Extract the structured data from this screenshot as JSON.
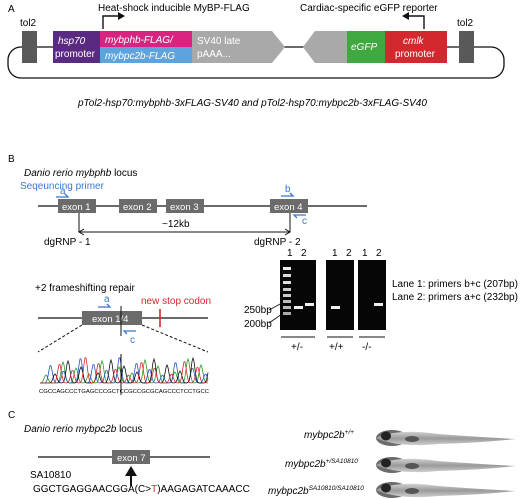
{
  "panel_a": {
    "label": "A",
    "tol2_left": "tol2",
    "tol2_right": "tol2",
    "title_left": "Heat-shock inducible MyBP-FLAG",
    "title_right": "Cardiac-specific eGFP reporter",
    "promoter_hsp70": "hsp70",
    "promoter_word": "promoter",
    "cds_line1": "mybphb-FLAG/",
    "cds_line2": "mybpc2b-FLAG",
    "polya_line1": "SV40 late",
    "polya_line2": "pAAA...",
    "egfp": "eGFP",
    "cmlk": "cmlk",
    "cmlk_promoter": "promoter",
    "caption": "pTol2-hsp70:mybphb-3xFLAG-SV40 and pTol2-hsp70:mybpc2b-3xFLAG-SV40",
    "colors": {
      "hsp70": "#5a2a82",
      "cds_top": "#d6247f",
      "cds_bottom": "#5fa3dd",
      "polya": "#a9a9a9",
      "egfp": "#3fa83f",
      "cmlk": "#d4282e",
      "tol2": "#595959"
    }
  },
  "panel_b": {
    "label": "B",
    "locus_species": "Danio rerio",
    "locus_gene": "mybphb",
    "locus_word": "locus",
    "seq_primer": "Seqeuncing primer",
    "exons": [
      "exon 1",
      "exon 2",
      "exon 3",
      "exon 4"
    ],
    "primer_a": "a",
    "primer_b": "b",
    "primer_c": "c",
    "distance": "~12kb",
    "grna1": "dgRNP - 1",
    "grna2": "dgRNP - 2",
    "repair_title": "+2 frameshifting repair",
    "repair_exon": "exon 1/4",
    "stop_codon": "new stop codon",
    "sequence": "CGCCAGCCCTGAGCCCGCTCCGCCGCGCAGCCCTCCTGCC",
    "gel_ladder_high": "250bp",
    "gel_ladder_low": "200bp",
    "gel_lanes": [
      "1",
      "2"
    ],
    "gel_genotypes": [
      "+/-",
      "+/+",
      "-/-"
    ],
    "lane1_desc": "Lane 1: primers b+c (207bp)",
    "lane2_desc": "Lane 2: primers a+c (232bp)",
    "colors": {
      "primer": "#3a78c8",
      "stop": "#d4282e",
      "exon": "#6b6b6b"
    }
  },
  "panel_c": {
    "label": "C",
    "locus_species": "Danio rerio",
    "locus_gene": "mybpc2b",
    "locus_word": "locus",
    "exon": "exon 7",
    "allele": "SA10810",
    "seq_before": "GGCTGAGGAACGGA(C>",
    "seq_mut": "T",
    "seq_after": ")AAGAGATCAAACC",
    "genotypes": [
      {
        "gene": "mybpc2b",
        "sup": "+/+"
      },
      {
        "gene": "mybpc2b",
        "sup": "+/SA10810"
      },
      {
        "gene": "mybpc2b",
        "sup": "SA10810/SA10810"
      }
    ]
  }
}
